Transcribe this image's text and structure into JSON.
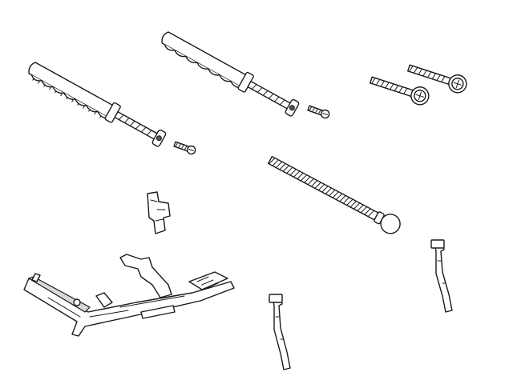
{
  "figure": {
    "parts": [
      {
        "name": "wall-plug-left",
        "icon": "wall-plug-icon"
      },
      {
        "name": "wall-plug-center",
        "icon": "wall-plug-icon"
      },
      {
        "name": "small-screw-left",
        "icon": "small-screw-icon"
      },
      {
        "name": "small-screw-center",
        "icon": "small-screw-icon"
      },
      {
        "name": "phillips-screw-upper",
        "icon": "phillips-screw-icon"
      },
      {
        "name": "phillips-screw-lower",
        "icon": "phillips-screw-icon"
      },
      {
        "name": "long-threaded-rod",
        "icon": "threaded-rod-icon"
      },
      {
        "name": "small-clip",
        "icon": "clip-icon"
      },
      {
        "name": "mounting-bracket",
        "icon": "bracket-icon"
      },
      {
        "name": "spring-strap-center",
        "icon": "spring-strap-icon"
      },
      {
        "name": "spring-strap-right",
        "icon": "spring-strap-icon"
      }
    ],
    "colors": {
      "line": "#1a1a1a",
      "fill": "#ffffff",
      "shade": "#d9d9d9"
    }
  }
}
